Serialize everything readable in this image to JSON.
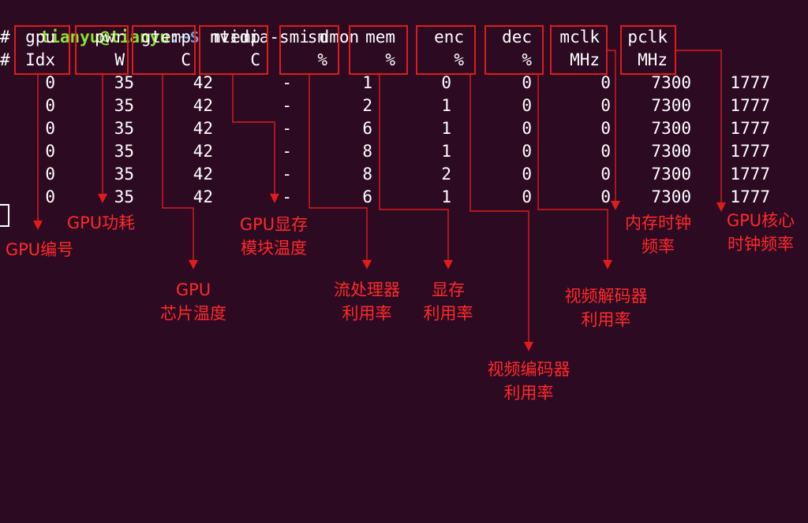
{
  "terminal": {
    "prompt_user": "tianyu@tianyu",
    "prompt_path": ":~$",
    "command": " nvidia-smi dmon"
  },
  "header": {
    "marker": "#",
    "names": [
      "gpu",
      "pwr",
      "gtemp",
      "mtemp",
      "sm",
      "mem",
      "enc",
      "dec",
      "mclk",
      "pclk"
    ],
    "units": [
      "Idx",
      "W",
      "C",
      "C",
      "%",
      "%",
      "%",
      "%",
      "MHz",
      "MHz"
    ]
  },
  "rows": [
    [
      "0",
      "35",
      "42",
      "-",
      "1",
      "0",
      "0",
      "0",
      "7300",
      "1777"
    ],
    [
      "0",
      "35",
      "42",
      "-",
      "2",
      "1",
      "0",
      "0",
      "7300",
      "1777"
    ],
    [
      "0",
      "35",
      "42",
      "-",
      "6",
      "1",
      "0",
      "0",
      "7300",
      "1777"
    ],
    [
      "0",
      "35",
      "42",
      "-",
      "8",
      "1",
      "0",
      "0",
      "7300",
      "1777"
    ],
    [
      "0",
      "35",
      "42",
      "-",
      "8",
      "2",
      "0",
      "0",
      "7300",
      "1777"
    ],
    [
      "0",
      "35",
      "42",
      "-",
      "6",
      "1",
      "0",
      "0",
      "7300",
      "1777"
    ]
  ],
  "annotations": {
    "gpu_idx": [
      "GPU编号"
    ],
    "pwr": [
      "GPU功耗"
    ],
    "gtemp": [
      "GPU",
      "芯片温度"
    ],
    "mtemp": [
      "GPU显存",
      "模块温度"
    ],
    "sm": [
      "流处理器",
      "利用率"
    ],
    "mem": [
      "显存",
      "利用率"
    ],
    "enc": [
      "视频编码器",
      "利用率"
    ],
    "dec": [
      "视频解码器",
      "利用率"
    ],
    "mclk": [
      "内存时钟",
      "频率"
    ],
    "pclk": [
      "GPU核心",
      "时钟频率"
    ]
  },
  "colors": {
    "background": "#2c0a22",
    "annotation_red": "#e01b1b",
    "prompt_green": "#8ae234",
    "prompt_blue": "#729fcf"
  }
}
